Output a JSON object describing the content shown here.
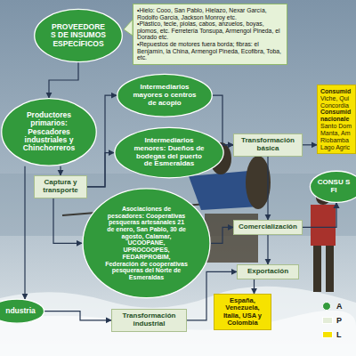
{
  "diagram": {
    "nodes": [
      {
        "text": [
          "PROVEEDORE S DE INSUMOS ESPECÍFICOS"
        ]
      },
      {
        "text": [
          "•Hielo: Cooo, San Pablo, Hielazo, Nexar García, Rodolfo García, Jackson Monroy etc.",
          "•Plástico, tecle, piolas, cabos, anzuelos, boyas, plomos, etc. Ferretería Tonsupa, Armengol Pineda, el Dorado etc.",
          "•Repuestos de motores fuera borda; fibras: el Benjamín, la China, Armengol Pineda, Ecofibra, Toba, etc."
        ]
      },
      {
        "text": [
          "Productores primarios: Pescadores industriales y Chinchorreros"
        ]
      },
      {
        "text": [
          "Intermediarios mayores o centros de acopio"
        ]
      },
      {
        "text": [
          "Intermediarios menores: Dueños de bodegas del puerto de Esmeraldas"
        ]
      },
      {
        "text": [
          "Captura y transporte"
        ]
      },
      {
        "text": [
          "Transformación básica"
        ]
      },
      {
        "text": [
          "Asociaciones de pescadores: Cooperativas pesqueras artesanales 21 de enero, San Pablo, 30 de agosto, Calamar, UCOOPANE, UPROCOOPES, FEDARPROBIM, Federación de cooperativas pesqueras del Norte de Esmeraldas"
        ]
      },
      {
        "text": [
          "Comercialización"
        ]
      },
      {
        "text": [
          "Exportación"
        ]
      },
      {
        "text": [
          "Consumid",
          "Viche, Qui Concordia",
          "Consumid nacionale",
          "Santo Dom Manta, Am Riobamba Lago Agric"
        ]
      },
      {
        "text": [
          "CONSU S FI"
        ]
      },
      {
        "text": [
          "España, Venezuela, Italia, USA y Colombia"
        ]
      },
      {
        "text": [
          "ndustria"
        ]
      },
      {
        "text": [
          "Transformación industrial"
        ]
      }
    ],
    "edges": [
      {
        "from": 0,
        "to": 2,
        "arrow": "to"
      },
      {
        "from": 2,
        "to": 5,
        "arrow": "to"
      },
      {
        "from": 5,
        "to": 3,
        "arrow": "to"
      },
      {
        "from": 5,
        "to": 4,
        "arrow": "to"
      },
      {
        "from": 5,
        "to": 7,
        "arrow": "to"
      },
      {
        "from": 3,
        "to": 6,
        "arrow": "to"
      },
      {
        "from": 4,
        "to": 6,
        "arrow": "to"
      },
      {
        "from": 6,
        "to": 8,
        "arrow": "to"
      },
      {
        "from": 7,
        "to": 8,
        "arrow": "to"
      },
      {
        "from": 8,
        "to": 9,
        "arrow": "to"
      },
      {
        "from": 9,
        "to": 12,
        "arrow": "to"
      },
      {
        "from": 6,
        "to": 10,
        "arrow": "to"
      },
      {
        "from": 8,
        "to": 11,
        "arrow": "to"
      },
      {
        "from": 2,
        "to": 13,
        "arrow": "to"
      },
      {
        "from": 13,
        "to": 14,
        "arrow": "to"
      },
      {
        "from": 14,
        "to": 9,
        "arrow": "to"
      }
    ],
    "legend": [
      {
        "text": "A",
        "color": "#329a3c"
      },
      {
        "text": "P",
        "color": "#e4edd8"
      },
      {
        "text": "L",
        "color": "#f6e200"
      }
    ]
  }
}
